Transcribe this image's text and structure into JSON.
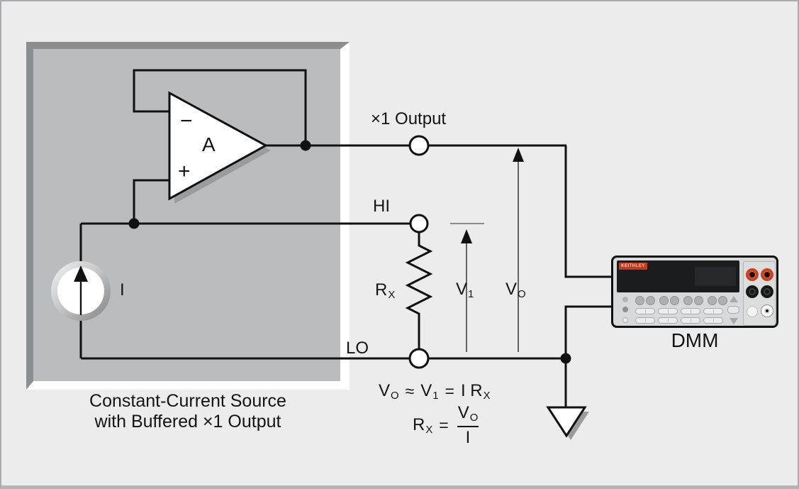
{
  "figure": {
    "caption_line1": "Constant-Current Source",
    "caption_line2": "with Buffered ×1 Output"
  },
  "labels": {
    "x1_output": "×1 Output",
    "hi": "HI",
    "lo": "LO",
    "opamp_gain": "A",
    "opamp_minus": "−",
    "opamp_plus": "+",
    "current_source": "I",
    "rx": {
      "base": "R",
      "sub": "X"
    },
    "v1": {
      "base": "V",
      "sub": "1"
    },
    "vo": {
      "base": "V",
      "sub": "O"
    },
    "dmm": "DMM",
    "dmm_brand": "KEITHLEY"
  },
  "equations": {
    "line1": {
      "t1": {
        "base": "V",
        "sub": "O"
      },
      "t2": "≈",
      "t3": {
        "base": "V",
        "sub": "1"
      },
      "t4": "=",
      "t5": {
        "base": "I R",
        "sub": "X"
      }
    },
    "line2": {
      "lhs": {
        "base": "R",
        "sub": "X"
      },
      "eq": "=",
      "num": {
        "base": "V",
        "sub": "O"
      },
      "den": "I"
    }
  },
  "colors": {
    "background": "#ececed",
    "panel_gray": "#babcbe",
    "bevel_dark": "#8c8e90",
    "bevel_light": "#ffffff",
    "wire": "#111111",
    "keithley_red": "#c13a1d"
  }
}
